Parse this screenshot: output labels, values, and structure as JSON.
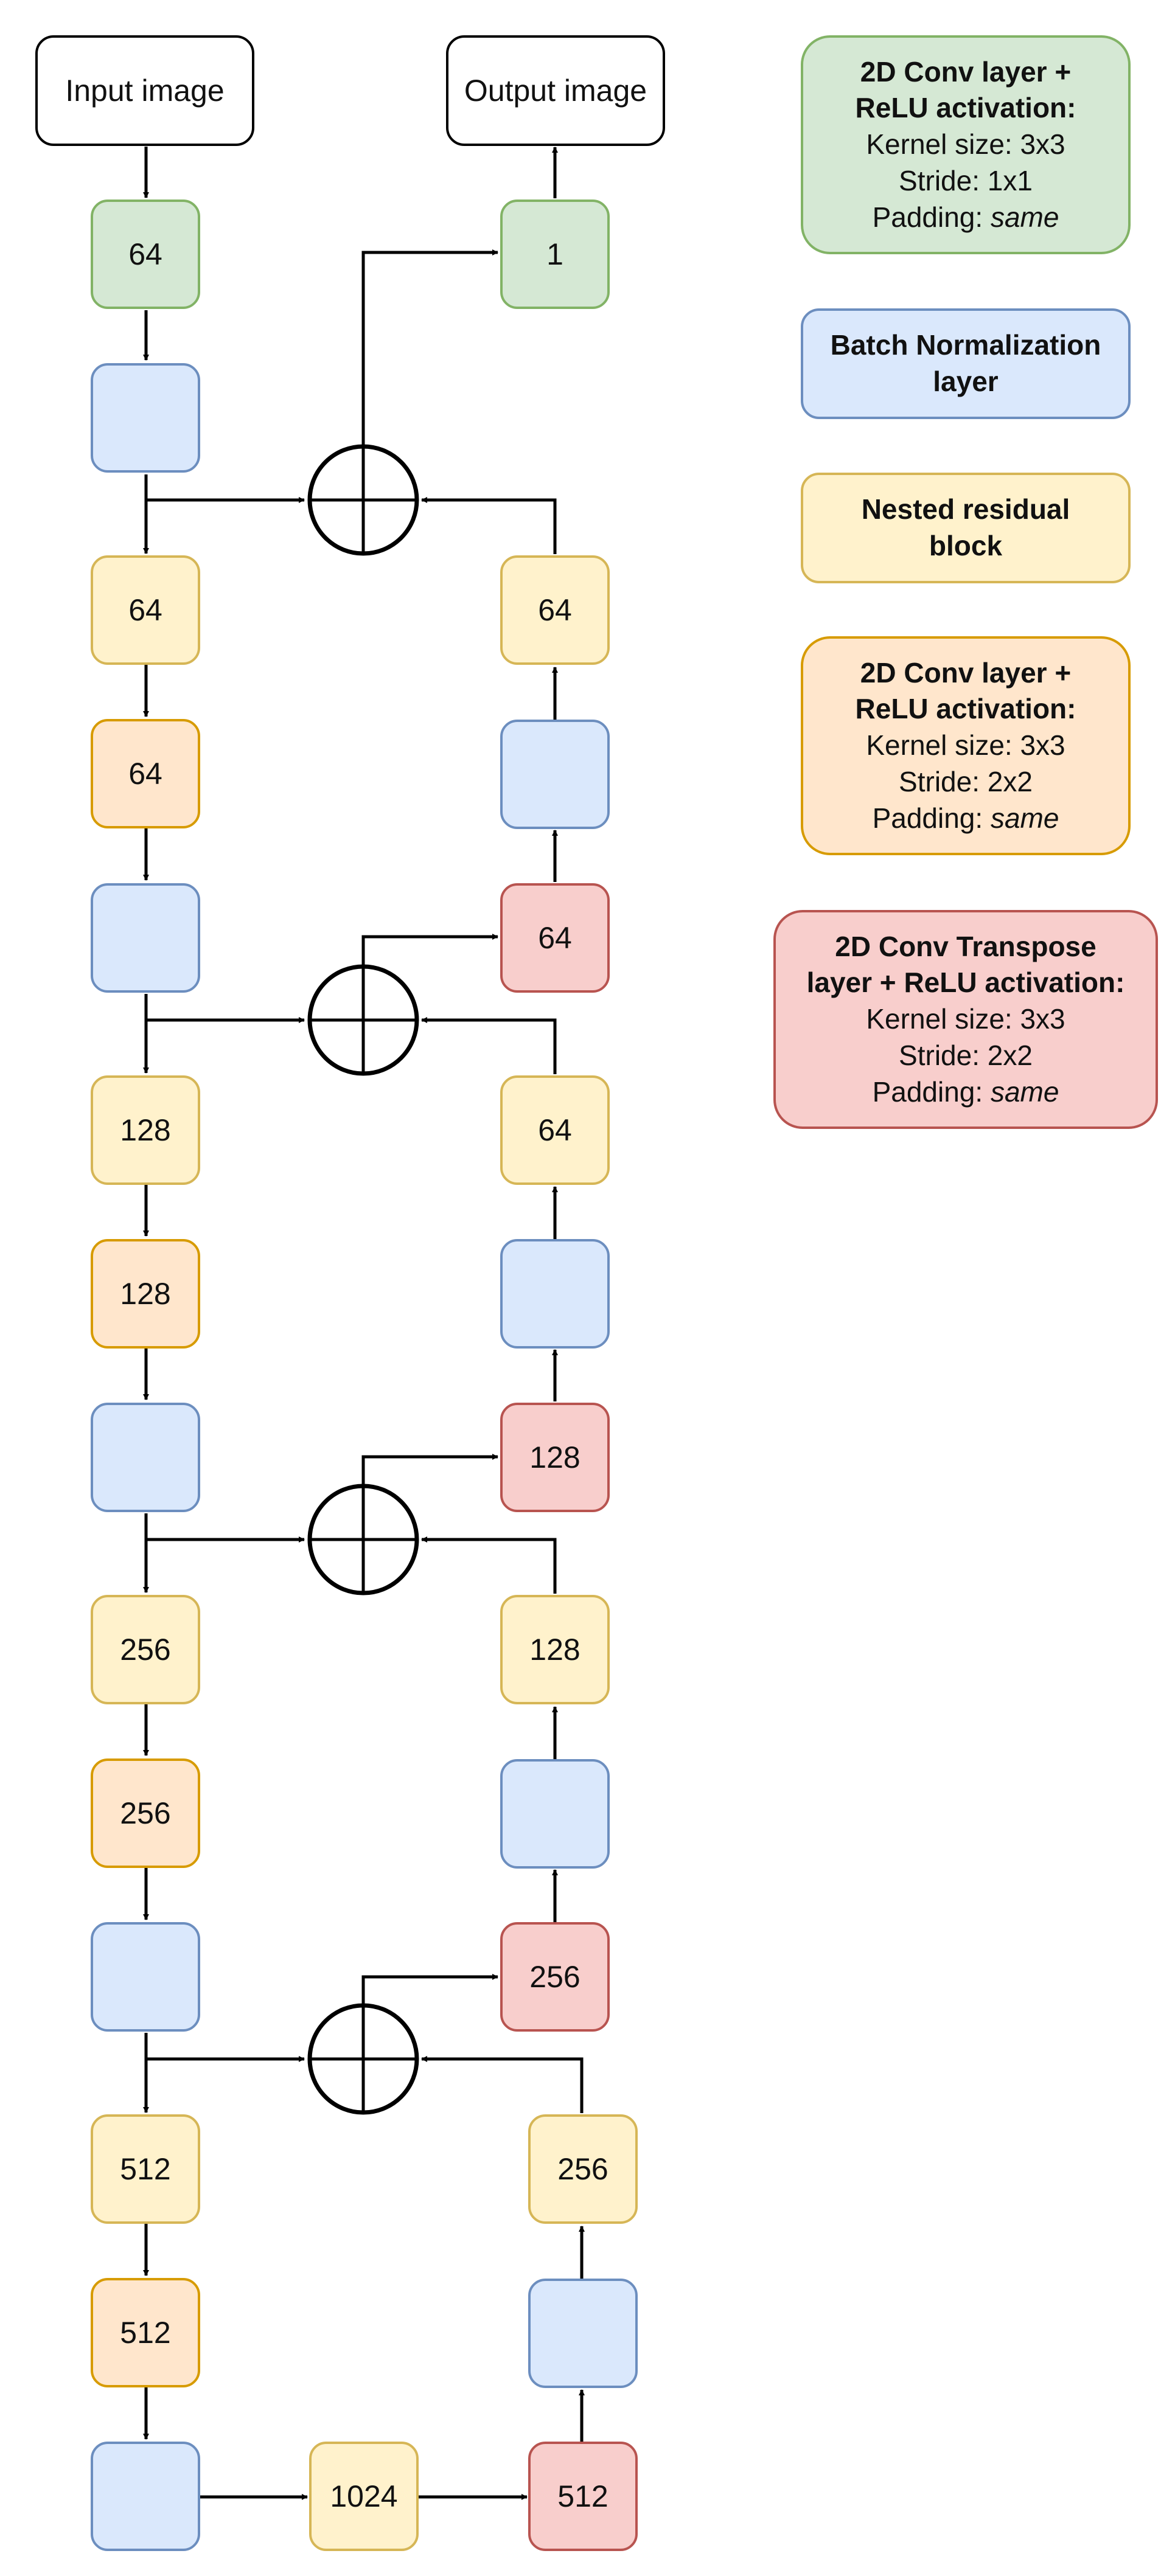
{
  "io": {
    "input": "Input image",
    "output": "Output image"
  },
  "encoder": {
    "conv_in": "64",
    "res1": "64",
    "down1": "64",
    "res2": "128",
    "down2": "128",
    "res3": "256",
    "down3": "256",
    "res4": "512",
    "down4": "512"
  },
  "bottleneck": "1024",
  "decoder": {
    "up4": "512",
    "res_d4": "256",
    "up3": "256",
    "res_d3": "128",
    "up2": "128",
    "res_d2": "64",
    "up1": "64",
    "res_d1": "64",
    "conv_out": "1"
  },
  "legend": {
    "conv": {
      "title": "2D Conv layer +\nReLU activation:",
      "kernel": "Kernel size: 3x3",
      "stride": "Stride: 1x1",
      "padding_label": "Padding: ",
      "padding_value": "same"
    },
    "bn": {
      "title": "Batch Normalization\nlayer"
    },
    "res": {
      "title": "Nested residual\nblock"
    },
    "down": {
      "title": "2D Conv layer +\nReLU activation:",
      "kernel": "Kernel size: 3x3",
      "stride": "Stride: 2x2",
      "padding_label": "Padding: ",
      "padding_value": "same"
    },
    "up": {
      "title": "2D Conv Transpose\nlayer + ReLU activation:",
      "kernel": "Kernel size: 3x3",
      "stride": "Stride: 2x2",
      "padding_label": "Padding: ",
      "padding_value": "same"
    }
  },
  "colors": {
    "conv": "#d5e8d4",
    "bn": "#dae8fc",
    "res": "#fff2cc",
    "down": "#ffe6cc",
    "up": "#f8cecc"
  }
}
